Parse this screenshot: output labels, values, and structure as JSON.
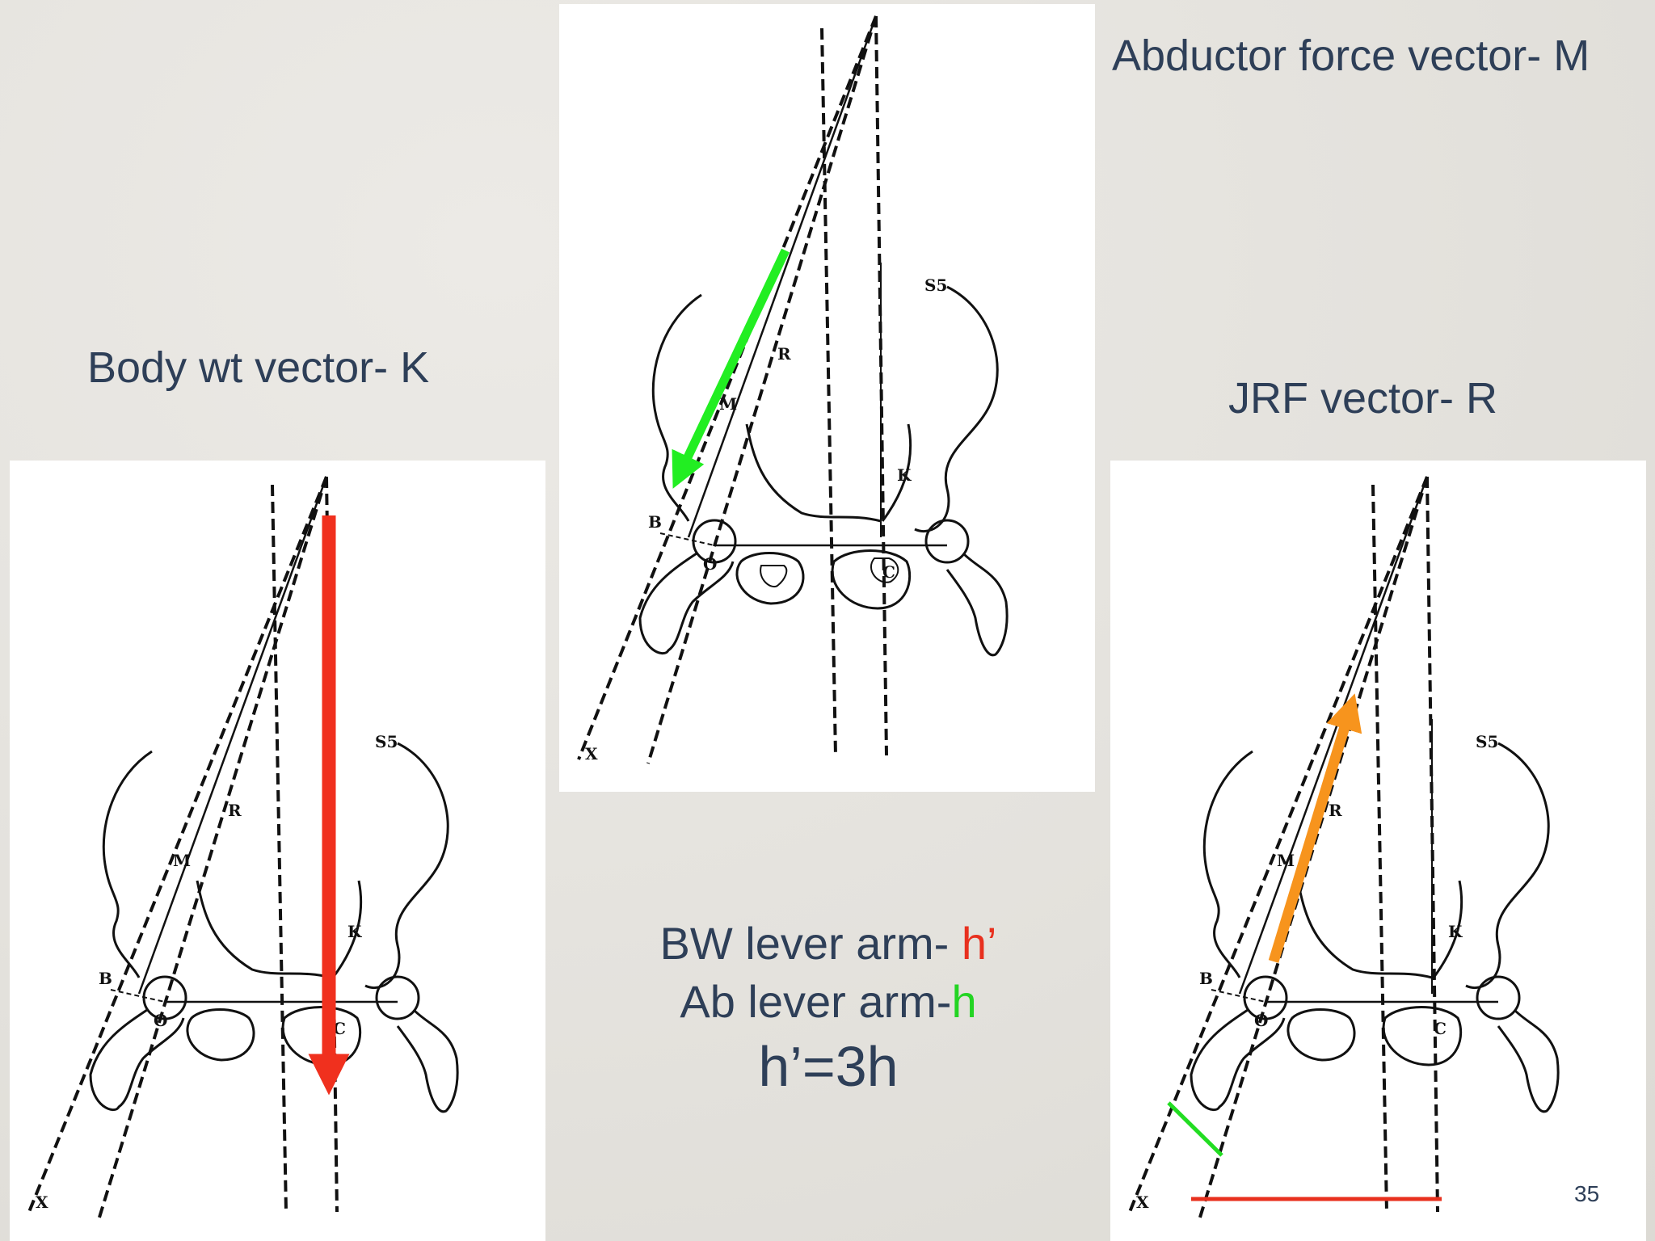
{
  "slide": {
    "background": "#e6e4df",
    "page_number": "35"
  },
  "labels": {
    "abductor": "Abductor force vector- M",
    "body_wt": "Body wt vector- K",
    "jrf": "JRF vector- R"
  },
  "lever_text": {
    "bw_prefix": "BW lever arm- ",
    "bw_symbol": "h’",
    "ab_prefix": "Ab lever arm-",
    "ab_symbol": "h",
    "relation": "h’=3h"
  },
  "diagram_letters": {
    "s5": "S5",
    "r": "R",
    "m": "M",
    "k": "K",
    "b": "B",
    "o": "O",
    "c": "C",
    "x": "X"
  },
  "colors": {
    "text": "#2e3f58",
    "body_wt_arrow": "#f0301e",
    "abductor_arrow": "#22ee22",
    "jrf_arrow": "#f7941d",
    "bw_lever_line": "#e8301e",
    "ab_lever_line": "#22dd22"
  },
  "icons": {
    "diagram": "pelvis-force-diagram"
  }
}
